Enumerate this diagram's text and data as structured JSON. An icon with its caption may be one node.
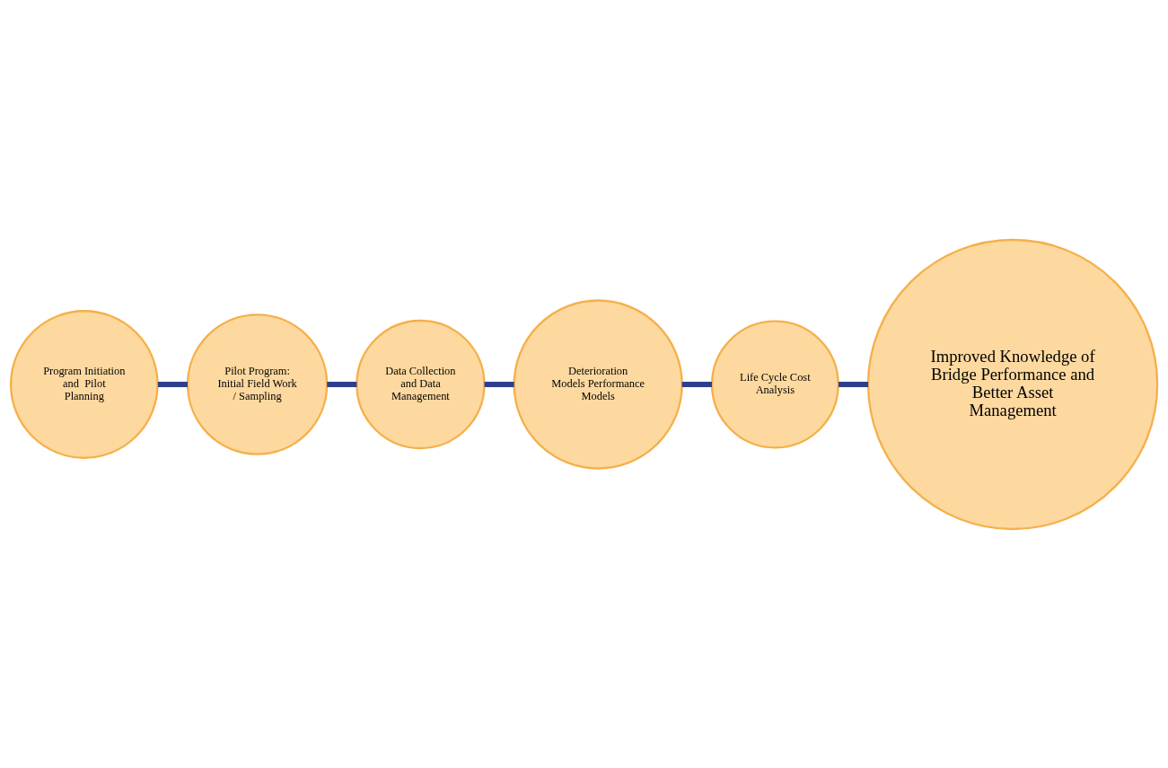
{
  "diagram": {
    "nodes": [
      {
        "text": [
          "Program Initiation and  Pilot Planning"
        ]
      },
      {
        "text": [
          "Pilot Program: Initial Field Work / Sampling"
        ]
      },
      {
        "text": [
          "Improved Knowledge of Bridge Performance and Better Asset Management"
        ]
      },
      {
        "text": [
          "Data Collection and Data Management"
        ]
      },
      {
        "text": [
          "Life Cycle Cost Analysis"
        ]
      },
      {
        "text": [
          "Deterioration Models Performance Models"
        ]
      }
    ],
    "edges": [
      {
        "from": 0,
        "to": 1,
        "arrow": "none"
      },
      {
        "from": 1,
        "to": 3,
        "arrow": "none"
      },
      {
        "from": 3,
        "to": 5,
        "arrow": "none"
      },
      {
        "from": 5,
        "to": 4,
        "arrow": "none"
      },
      {
        "from": 4,
        "to": 2,
        "arrow": "none"
      }
    ]
  }
}
